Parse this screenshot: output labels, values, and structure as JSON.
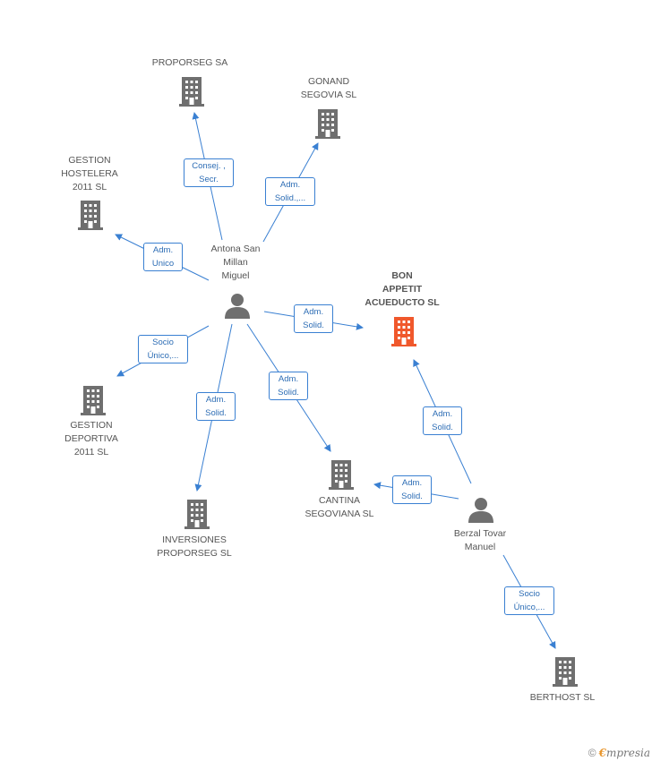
{
  "colors": {
    "edge": "#3a80d2",
    "icon": "#6f6f6f",
    "highlight_icon": "#f0582c"
  },
  "nodes": {
    "proporseg": {
      "lines": [
        "PROPORSEG SA"
      ],
      "icon": "building-icon"
    },
    "gonand": {
      "lines": [
        "GONAND",
        "SEGOVIA SL"
      ],
      "icon": "building-icon"
    },
    "gestion_hostelera": {
      "lines": [
        "GESTION",
        "HOSTELERA",
        "2011 SL"
      ],
      "icon": "building-icon"
    },
    "antona": {
      "lines": [
        "Antona San",
        "Millan",
        "Miguel"
      ],
      "icon": "person-icon"
    },
    "bon_appetit": {
      "lines": [
        "BON",
        "APPETIT",
        "ACUEDUCTO SL"
      ],
      "icon": "building-icon"
    },
    "gestion_deportiva": {
      "lines": [
        "GESTION",
        "DEPORTIVA",
        "2011 SL"
      ],
      "icon": "building-icon"
    },
    "inversiones": {
      "lines": [
        "INVERSIONES",
        "PROPORSEG SL"
      ],
      "icon": "building-icon"
    },
    "cantina": {
      "lines": [
        "CANTINA",
        "SEGOVIANA SL"
      ],
      "icon": "building-icon"
    },
    "berzal": {
      "lines": [
        "Berzal Tovar",
        "Manuel"
      ],
      "icon": "person-icon"
    },
    "berthost": {
      "lines": [
        "BERTHOST SL"
      ],
      "icon": "building-icon"
    }
  },
  "relations": {
    "consej": {
      "lines": [
        "Consej. ,",
        "Secr."
      ]
    },
    "adm_solid_gonand": {
      "lines": [
        "Adm.",
        "Solid.,..."
      ]
    },
    "adm_unico": {
      "lines": [
        "Adm.",
        "Unico"
      ]
    },
    "adm_solid_bon": {
      "lines": [
        "Adm.",
        "Solid."
      ]
    },
    "socio_unico_gd": {
      "lines": [
        "Socio",
        "Único,..."
      ]
    },
    "adm_solid_inv": {
      "lines": [
        "Adm.",
        "Solid."
      ]
    },
    "adm_solid_cantina": {
      "lines": [
        "Adm.",
        "Solid."
      ]
    },
    "adm_solid_berzal_bon": {
      "lines": [
        "Adm.",
        "Solid."
      ]
    },
    "adm_solid_berzal_cantina": {
      "lines": [
        "Adm.",
        "Solid."
      ]
    },
    "socio_unico_berthost": {
      "lines": [
        "Socio",
        "Único,..."
      ]
    }
  },
  "footer": {
    "copyright": "©",
    "brand_initial": "€",
    "brand_rest": "mpresia"
  }
}
